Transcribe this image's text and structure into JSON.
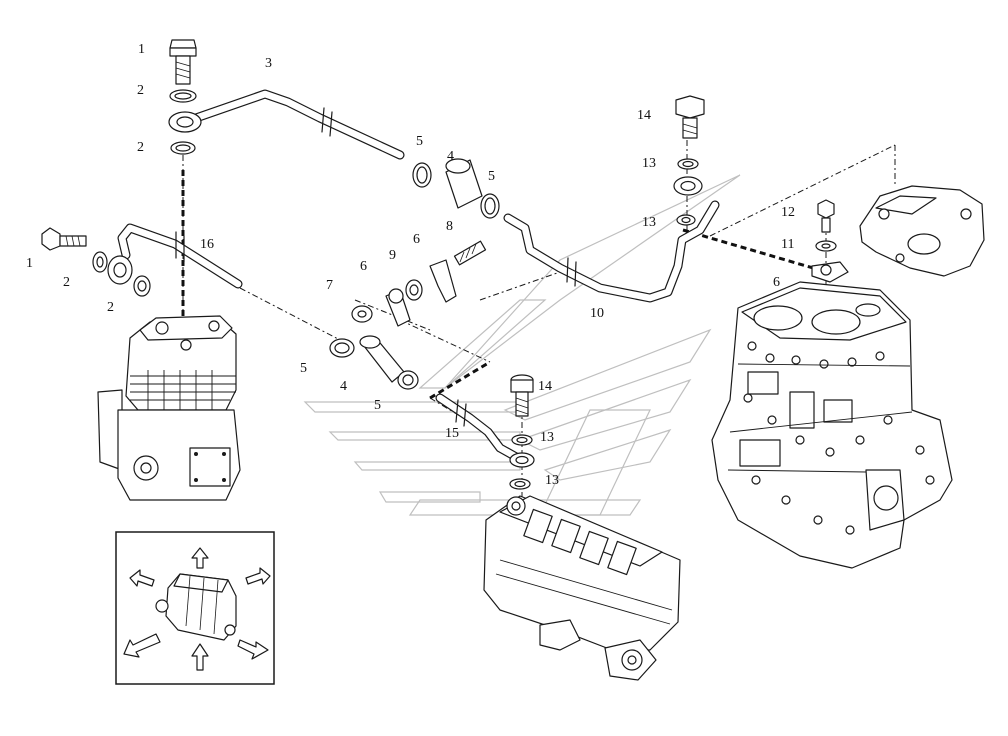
{
  "callouts": [
    {
      "id": "c1a",
      "text": "1"
    },
    {
      "id": "c2a",
      "text": "2"
    },
    {
      "id": "c2b",
      "text": "2"
    },
    {
      "id": "c3",
      "text": "3"
    },
    {
      "id": "c1b",
      "text": "1"
    },
    {
      "id": "c2c",
      "text": "2"
    },
    {
      "id": "c2d",
      "text": "2"
    },
    {
      "id": "c16",
      "text": "16"
    },
    {
      "id": "c5a",
      "text": "5"
    },
    {
      "id": "c4a",
      "text": "4"
    },
    {
      "id": "c5b",
      "text": "5"
    },
    {
      "id": "c8",
      "text": "8"
    },
    {
      "id": "c6a",
      "text": "6"
    },
    {
      "id": "c9",
      "text": "9"
    },
    {
      "id": "c6b",
      "text": "6"
    },
    {
      "id": "c7",
      "text": "7"
    },
    {
      "id": "c5c",
      "text": "5"
    },
    {
      "id": "c4b",
      "text": "4"
    },
    {
      "id": "c5d",
      "text": "5"
    },
    {
      "id": "c10",
      "text": "10"
    },
    {
      "id": "c14a",
      "text": "14"
    },
    {
      "id": "c13a",
      "text": "13"
    },
    {
      "id": "c13b",
      "text": "13"
    },
    {
      "id": "c12",
      "text": "12"
    },
    {
      "id": "c11",
      "text": "11"
    },
    {
      "id": "c6c",
      "text": "6"
    },
    {
      "id": "c14b",
      "text": "14"
    },
    {
      "id": "c15",
      "text": "15"
    },
    {
      "id": "c13c",
      "text": "13"
    },
    {
      "id": "c13d",
      "text": "13"
    }
  ]
}
